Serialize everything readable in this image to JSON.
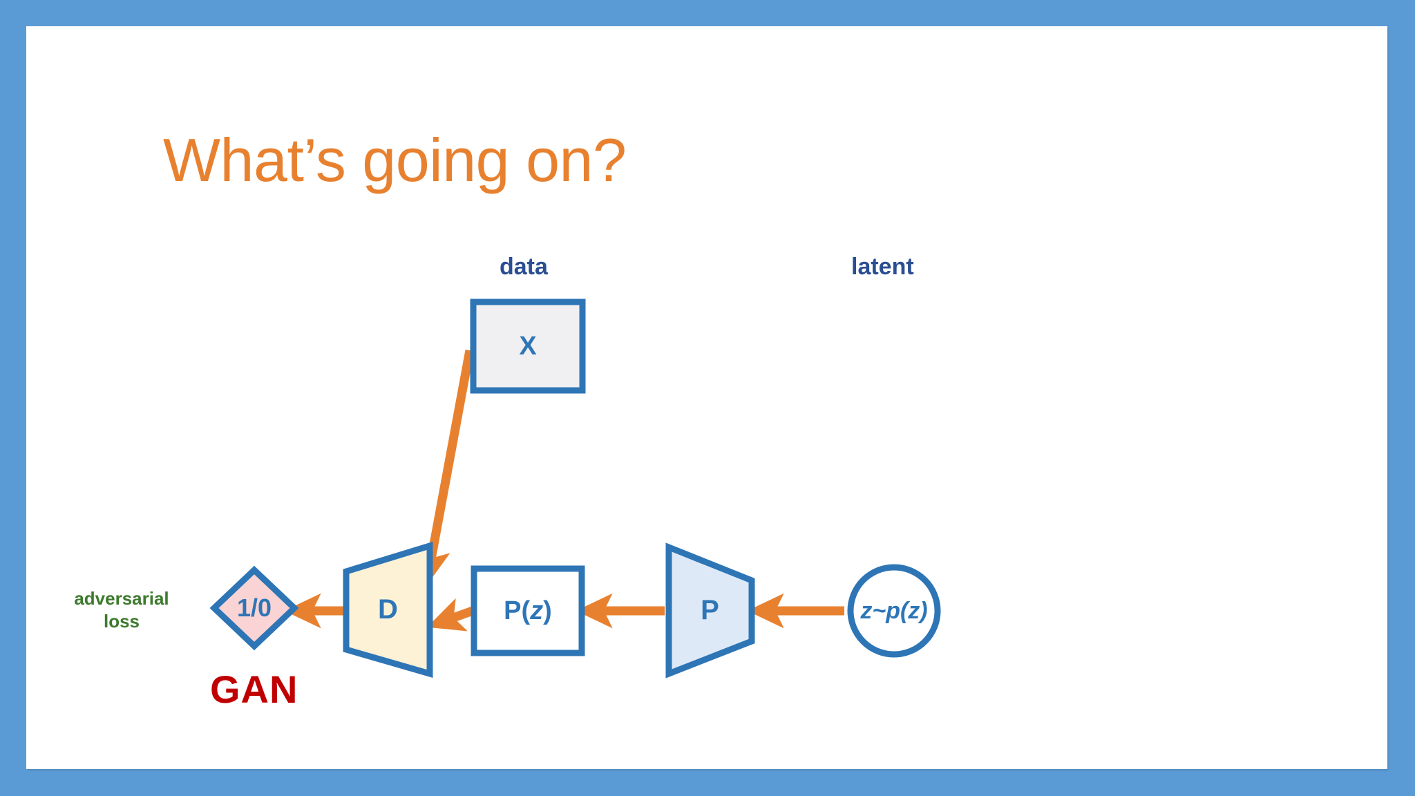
{
  "slide": {
    "title": "What’s going on?",
    "background_color": "#5B9BD5",
    "canvas_color": "#FFFFFF",
    "title_color": "#E8812F"
  },
  "diagram": {
    "type": "flow-diagram",
    "name": "GAN architecture flow",
    "labels": {
      "data": "data",
      "latent": "latent",
      "adversarial_loss": "adversarial loss",
      "gan": "GAN"
    },
    "nodes": [
      {
        "id": "x",
        "label": "X",
        "shape": "rectangle",
        "fill": "#F0F0F2",
        "stroke": "#2E75B6",
        "text_color": "#2E75B6"
      },
      {
        "id": "one-zero",
        "label": "1/0",
        "shape": "diamond",
        "fill": "#FAD4D4",
        "stroke": "#2E75B6",
        "text_color": "#2E75B6"
      },
      {
        "id": "discriminator",
        "label": "D",
        "shape": "trapezoid-right",
        "fill": "#FDF2D5",
        "stroke": "#2E75B6",
        "text_color": "#2E75B6"
      },
      {
        "id": "p-of-z",
        "label": "P(z)",
        "shape": "rectangle",
        "fill": "#FFFFFF",
        "stroke": "#2E75B6",
        "text_color": "#2E75B6"
      },
      {
        "id": "generator",
        "label": "P",
        "shape": "trapezoid-left",
        "fill": "#DEE9F7",
        "stroke": "#2E75B6",
        "text_color": "#2E75B6"
      },
      {
        "id": "latent-sample",
        "label": "z~p(z)",
        "shape": "circle",
        "fill": "#FFFFFF",
        "stroke": "#2E75B6",
        "text_color": "#2E75B6"
      }
    ],
    "edges": [
      {
        "from": "latent-sample",
        "to": "generator",
        "color": "#E8812F"
      },
      {
        "from": "generator",
        "to": "p-of-z",
        "color": "#E8812F"
      },
      {
        "from": "p-of-z",
        "to": "discriminator",
        "color": "#E8812F"
      },
      {
        "from": "x",
        "to": "discriminator",
        "color": "#E8812F"
      },
      {
        "from": "discriminator",
        "to": "one-zero",
        "color": "#E8812F"
      }
    ],
    "colors": {
      "arrow": "#E8812F",
      "node_stroke": "#2E75B6",
      "label_blue": "#2B4E92",
      "label_green": "#3E7A2E",
      "label_red": "#C00000"
    }
  }
}
